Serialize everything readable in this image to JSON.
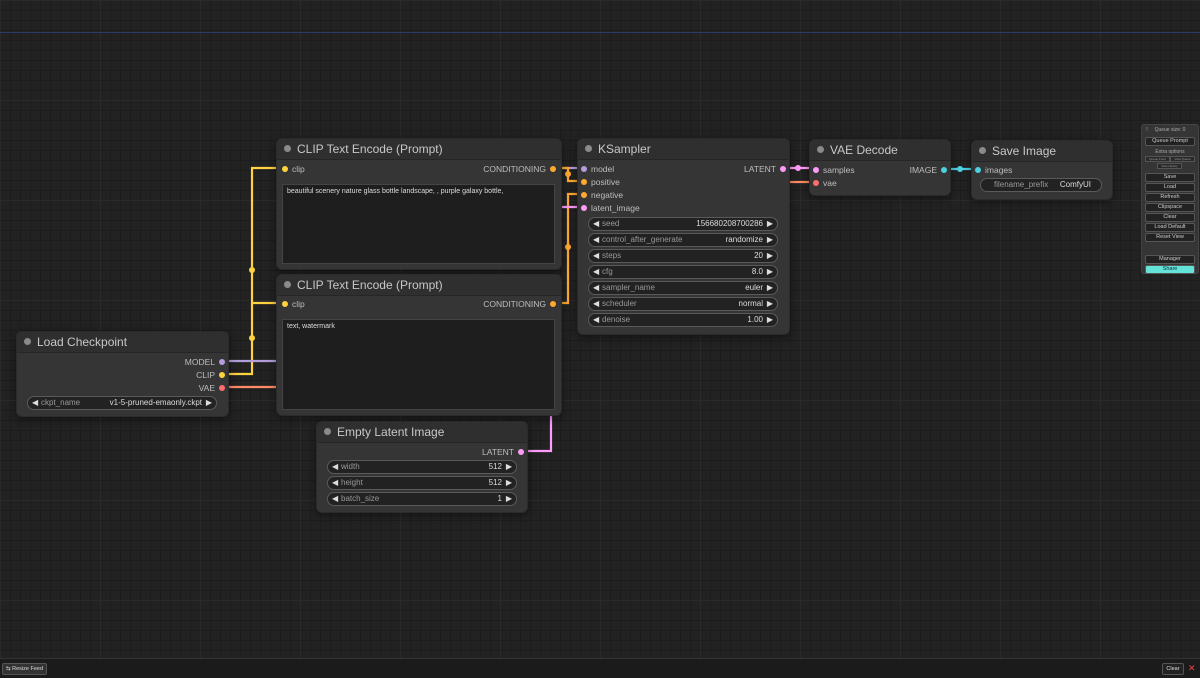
{
  "nodes": {
    "clip1": {
      "title": "CLIP Text Encode (Prompt)",
      "input_clip": "clip",
      "output": "CONDITIONING",
      "text": "beautiful scenery nature glass bottle landscape, , purple galaxy bottle,"
    },
    "clip2": {
      "title": "CLIP Text Encode (Prompt)",
      "input_clip": "clip",
      "output": "CONDITIONING",
      "text": "text, watermark"
    },
    "ksampler": {
      "title": "KSampler",
      "inputs": [
        "model",
        "positive",
        "negative",
        "latent_image"
      ],
      "output": "LATENT",
      "widgets": [
        {
          "name": "seed",
          "value": "156680208700286"
        },
        {
          "name": "control_after_generate",
          "value": "randomize"
        },
        {
          "name": "steps",
          "value": "20"
        },
        {
          "name": "cfg",
          "value": "8.0"
        },
        {
          "name": "sampler_name",
          "value": "euler"
        },
        {
          "name": "scheduler",
          "value": "normal"
        },
        {
          "name": "denoise",
          "value": "1.00"
        }
      ]
    },
    "vae_decode": {
      "title": "VAE Decode",
      "inputs": [
        "samples",
        "vae"
      ],
      "output": "IMAGE"
    },
    "save_image": {
      "title": "Save Image",
      "input": "images",
      "widget_name": "filename_prefix",
      "widget_value": "ComfyUI"
    },
    "load_checkpoint": {
      "title": "Load Checkpoint",
      "outputs": [
        "MODEL",
        "CLIP",
        "VAE"
      ],
      "widget_name": "ckpt_name",
      "widget_value": "v1-5-pruned-emaonly.ckpt"
    },
    "empty_latent": {
      "title": "Empty Latent Image",
      "output": "LATENT",
      "widgets": [
        {
          "name": "width",
          "value": "512"
        },
        {
          "name": "height",
          "value": "512"
        },
        {
          "name": "batch_size",
          "value": "1"
        }
      ]
    }
  },
  "menu": {
    "queue_size": "Queue size: 0",
    "queue_prompt": "Queue Prompt",
    "extra_options": "Extra options",
    "queue_front": "Queue Front",
    "view_queue": "View Queue",
    "view_history": "View History",
    "save": "Save",
    "load": "Load",
    "refresh": "Refresh",
    "clipspace": "Clipspace",
    "clear": "Clear",
    "load_default": "Load Default",
    "reset_view": "Reset View",
    "manager": "Manager",
    "share": "Share"
  },
  "bottom": {
    "resize_feed": "⇆ Resize Feed",
    "clear": "Clear",
    "close": "✕"
  },
  "arrows": {
    "left": "◀",
    "right": "▶"
  },
  "colors": {
    "clip": "#ffd23f",
    "conditioning": "#ffa931",
    "model": "#b39ddb",
    "latent": "#ff9cf9",
    "vae": "#ff6e6e",
    "image": "#4dd0e1",
    "accent": "#64e3d9"
  }
}
